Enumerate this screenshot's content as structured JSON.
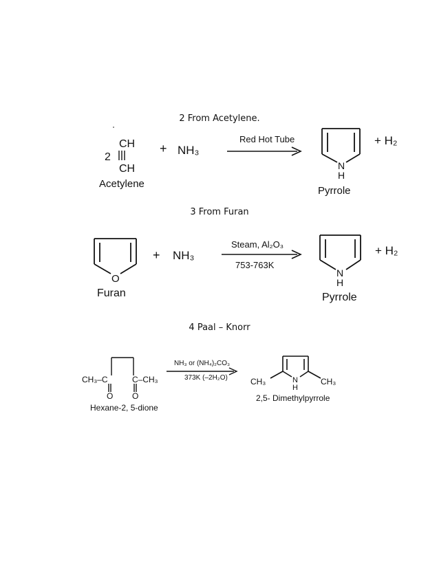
{
  "sections": [
    {
      "heading": "2 From Acetylene.",
      "reactant_prefix": "2",
      "reactant_top": "CH",
      "reactant_bottom": "CH",
      "reactant_name": "Acetylene",
      "plus": "+",
      "reagent": "NH₃",
      "condition_above": "Red Hot Tube",
      "product_n": "N",
      "product_h": "H",
      "product_name": "Pyrrole",
      "byproduct": "+ H₂"
    },
    {
      "heading": "3 From Furan",
      "reactant_o": "O",
      "reactant_name": "Furan",
      "plus": "+",
      "reagent": "NH₃",
      "condition_above": "Steam, Al₂O₃",
      "condition_below": "753-763K",
      "product_n": "N",
      "product_h": "H",
      "product_name": "Pyrrole",
      "byproduct": "+ H₂"
    },
    {
      "heading": "4 Paal – Knorr",
      "reactant_left": "CH₃–C",
      "reactant_right": "C–CH₃",
      "reactant_o1": "O",
      "reactant_o2": "O",
      "reactant_name": "Hexane-2, 5-dione",
      "condition_above": "NH₃ or (NH₄)₂CO₃",
      "condition_below": "373K (–2H₂O)",
      "product_left": "CH₃",
      "product_right": "CH₃",
      "product_n": "N",
      "product_h": "H",
      "product_name": "2,5- Dimethylpyrrole"
    }
  ],
  "colors": {
    "name_label": "#e0195a",
    "ink": "#111111"
  }
}
